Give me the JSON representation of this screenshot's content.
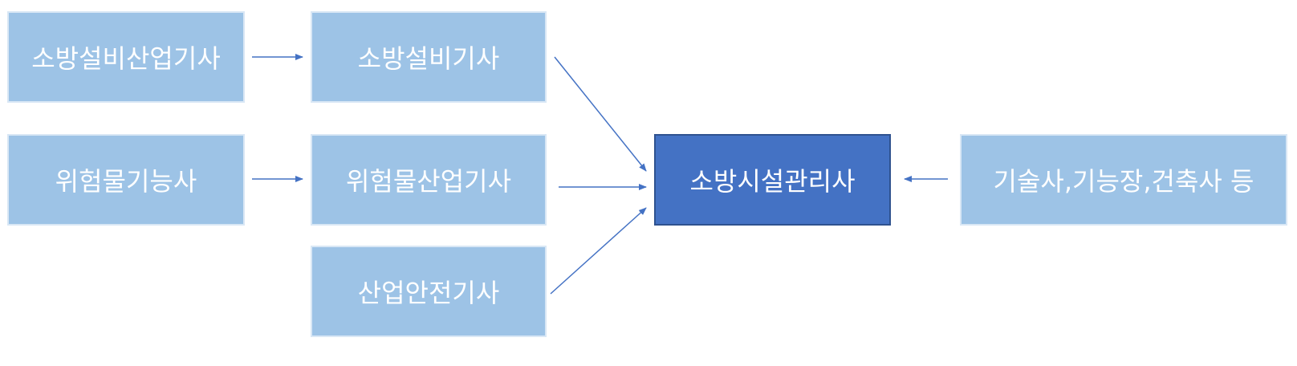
{
  "diagram": {
    "colors": {
      "box_fill": "#9dc3e6",
      "box_border": "#d9e7f5",
      "target_fill": "#4472c4",
      "target_border": "#2f528f",
      "arrow": "#4472c4",
      "text": "#ffffff"
    },
    "nodes": {
      "fire_equipment_industrial_engineer": "소방설비산업기사",
      "fire_equipment_engineer": "소방설비기사",
      "hazardous_material_craftsman": "위험물기능사",
      "hazardous_material_industrial_engineer": "위험물산업기사",
      "industrial_safety_engineer": "산업안전기사",
      "fire_facility_manager": "소방시설관리사",
      "professional_engineer_etc": "기술사,기능장,건축사 등"
    },
    "edges": [
      {
        "from": "fire_equipment_industrial_engineer",
        "to": "fire_equipment_engineer"
      },
      {
        "from": "hazardous_material_craftsman",
        "to": "hazardous_material_industrial_engineer"
      },
      {
        "from": "fire_equipment_engineer",
        "to": "fire_facility_manager"
      },
      {
        "from": "hazardous_material_industrial_engineer",
        "to": "fire_facility_manager"
      },
      {
        "from": "industrial_safety_engineer",
        "to": "fire_facility_manager"
      },
      {
        "from": "professional_engineer_etc",
        "to": "fire_facility_manager"
      }
    ]
  }
}
